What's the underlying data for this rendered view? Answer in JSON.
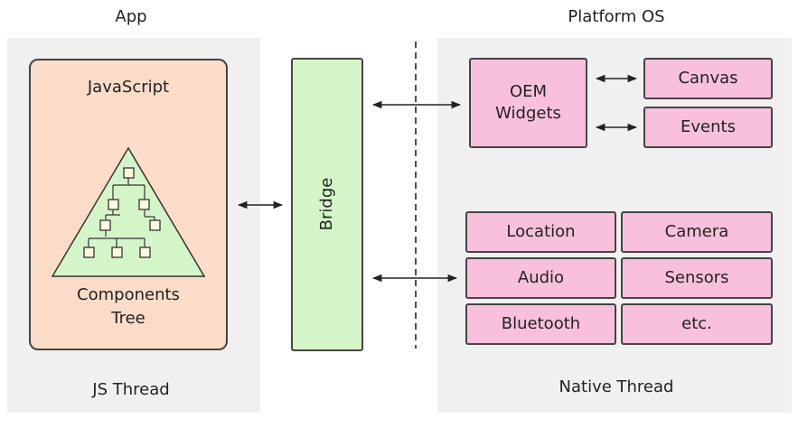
{
  "headings": {
    "app": "App",
    "platform": "Platform OS"
  },
  "app": {
    "javascript_label": "JavaScript",
    "components_tree_label": [
      "Components",
      "Tree"
    ],
    "thread_label": "JS Thread"
  },
  "bridge": {
    "label": "Bridge"
  },
  "platform": {
    "oem_widgets_label": [
      "OEM",
      "Widgets"
    ],
    "canvas_label": "Canvas",
    "events_label": "Events",
    "modules": [
      "Location",
      "Camera",
      "Audio",
      "Sensors",
      "Bluetooth",
      "etc."
    ],
    "thread_label": "Native Thread"
  },
  "colors": {
    "panel": "#f0f0f0",
    "app_box": "#fbdcc8",
    "bridge": "#d4f5c8",
    "tree": "#d4f5c8",
    "native_box": "#f8c0dc",
    "border": "#444444"
  }
}
